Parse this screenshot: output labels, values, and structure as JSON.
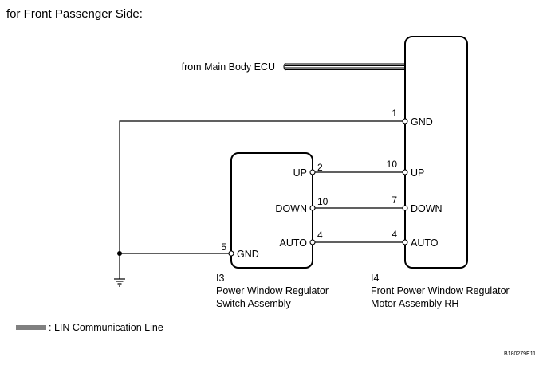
{
  "header": {
    "title": "for Front Passenger Side:"
  },
  "source_label": "from Main Body ECU",
  "switch": {
    "id": "I3",
    "name_line1": "Power Window Regulator",
    "name_line2": "Switch Assembly",
    "pins": [
      {
        "num": "2",
        "label": "UP"
      },
      {
        "num": "10",
        "label": "DOWN"
      },
      {
        "num": "4",
        "label": "AUTO"
      },
      {
        "num": "5",
        "label": "GND"
      }
    ]
  },
  "motor": {
    "id": "I4",
    "name_line1": "Front Power Window Regulator",
    "name_line2": "Motor Assembly RH",
    "pins": [
      {
        "num": "1",
        "label": "GND"
      },
      {
        "num": "10",
        "label": "UP"
      },
      {
        "num": "7",
        "label": "DOWN"
      },
      {
        "num": "4",
        "label": "AUTO"
      }
    ]
  },
  "legend": {
    "text": ": LIN Communication Line"
  },
  "footer": {
    "code": "B180279E11"
  }
}
